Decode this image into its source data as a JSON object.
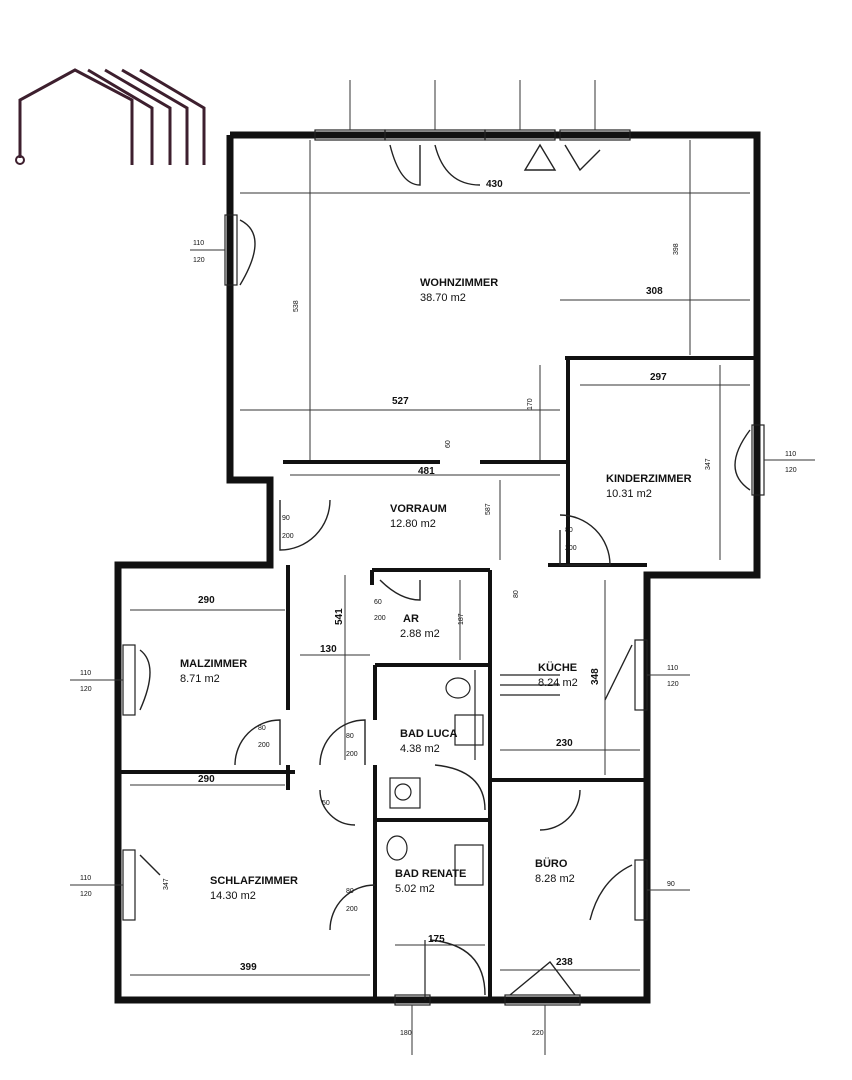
{
  "colors": {
    "logo": "#3d1f2e",
    "walls": "#111111",
    "background": "#ffffff"
  },
  "logo": {
    "icon": "house-lines-logo-icon"
  },
  "rooms": {
    "wohnzimmer": {
      "name": "WOHNZIMMER",
      "area": "38.70 m2"
    },
    "kinderzimmer": {
      "name": "KINDERZIMMER",
      "area": "10.31 m2"
    },
    "vorraum": {
      "name": "VORRAUM",
      "area": "12.80 m2"
    },
    "ar": {
      "name": "AR",
      "area": "2.88 m2"
    },
    "malzimmer": {
      "name": "MALZIMMER",
      "area": "8.71 m2"
    },
    "kueche": {
      "name": "KÜCHE",
      "area": "8.24 m2"
    },
    "bad_luca": {
      "name": "BAD LUCA",
      "area": "4.38 m2"
    },
    "schlafzimmer": {
      "name": "SCHLAFZIMMER",
      "area": "14.30 m2"
    },
    "bad_renate": {
      "name": "BAD RENATE",
      "area": "5.02 m2"
    },
    "buero": {
      "name": "BÜRO",
      "area": "8.28 m2"
    }
  },
  "dimensions": {
    "wohn_width": "527",
    "wohn_right": "308",
    "wohn_height_left": "538",
    "wohn_height_right": "398",
    "wohn_top": "430",
    "wohn_step": "170",
    "kinder_width": "297",
    "kinder_height": "347",
    "vorraum_width": "481",
    "vorraum_height": "587",
    "mal_width": "290",
    "mal_height": "541",
    "corridor": "130",
    "kueche_height": "348",
    "kueche_width": "230",
    "schlaf_width_top": "290",
    "schlaf_width_bottom": "399",
    "schlaf_height": "347",
    "buero_width": "238",
    "ar_height": "187",
    "bad_height": "175",
    "door_90": "90",
    "door_200": "200",
    "door_80": "80",
    "door_60": "60",
    "door_50": "50",
    "win_110": "110",
    "win_120": "120",
    "win_220": "220",
    "win_180": "180",
    "win_90": "90"
  }
}
